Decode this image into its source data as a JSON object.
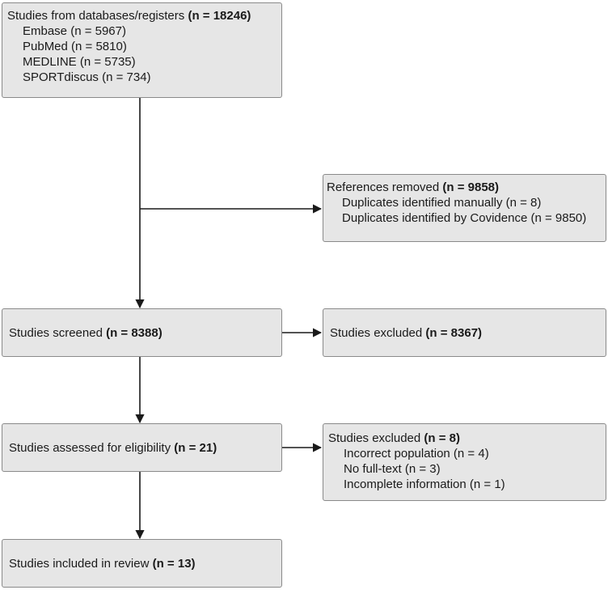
{
  "identification": {
    "title": "Studies from databases/registers",
    "count": "(n = 18246)",
    "items": [
      "Embase (n = 5967)",
      "PubMed (n = 5810)",
      "MEDLINE (n = 5735)",
      "SPORTdiscus (n = 734)"
    ]
  },
  "removed": {
    "title": "References removed",
    "count": "(n = 9858)",
    "items": [
      "Duplicates identified manually (n = 8)",
      "Duplicates identified by Covidence (n = 9850)"
    ]
  },
  "screened": {
    "title": "Studies screened",
    "count": "(n = 8388)"
  },
  "excluded_screening": {
    "title": "Studies excluded",
    "count": "(n = 8367)"
  },
  "eligibility": {
    "title": "Studies assessed for eligibility",
    "count": "(n = 21)"
  },
  "excluded_eligibility": {
    "title": "Studies excluded",
    "count": "(n = 8)",
    "items": [
      "Incorrect population (n = 4)",
      "No full-text (n = 3)",
      "Incomplete information (n = 1)"
    ]
  },
  "included": {
    "title": "Studies included in review",
    "count": "(n = 13)"
  },
  "colors": {
    "box_fill": "#e6e6e6",
    "box_border": "#8a8a8a",
    "arrow": "#1a1a1a"
  }
}
